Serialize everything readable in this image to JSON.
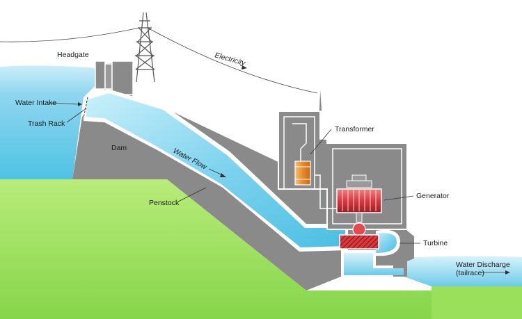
{
  "labels": {
    "headgate": "Headgate",
    "water_intake": "Water Intake",
    "trash_rack": "Trash Rack",
    "dam": "Dam",
    "water_flow": "Water Flow",
    "penstock": "Penstock",
    "electricity": "Electricity",
    "transformer": "Transformer",
    "generator": "Generator",
    "turbine": "Turbine",
    "water_discharge_line1": "Water Discharge",
    "water_discharge_line2": "(tailrace)"
  },
  "colors": {
    "sky": "#ffffff",
    "water_light": "#d6f1fa",
    "water_mid": "#9fdcf0",
    "water_deep": "#4cc3e6",
    "ground_light": "#c8f08a",
    "ground_mid": "#8fdc4e",
    "concrete": "#8a8a8a",
    "concrete_light": "#a0a0a0",
    "outline": "#ffffff",
    "generator_red": "#d8383e",
    "transformer_orange": "#e88a2a",
    "tower": "#555555"
  }
}
